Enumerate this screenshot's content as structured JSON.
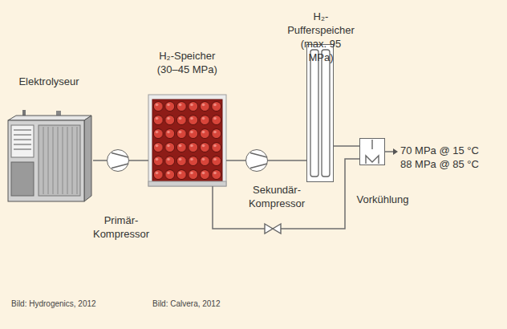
{
  "diagram": {
    "nodes": [
      {
        "text": [
          "Elektrolyseur"
        ]
      },
      {
        "text": [
          "Primär- Kompressor"
        ]
      },
      {
        "text": [
          "H₂-Speicher (30–45 MPa)"
        ]
      },
      {
        "text": [
          "Sekundär- Kompressor"
        ]
      },
      {
        "text": [
          "H₂-Pufferspeicher (max. 95 MPa)"
        ]
      },
      {
        "text": [
          "Vorkühlung"
        ]
      }
    ],
    "edges": [
      {
        "from": 0,
        "to": 1,
        "arrow": "none"
      },
      {
        "from": 1,
        "to": 2,
        "arrow": "none"
      },
      {
        "from": 2,
        "to": 3,
        "arrow": "none"
      },
      {
        "from": 3,
        "to": 4,
        "arrow": "none"
      },
      {
        "from": 4,
        "to": 5,
        "arrow": "none"
      },
      {
        "from": 2,
        "to": 5,
        "arrow": "none"
      }
    ],
    "labels": [
      "70 MPa @ 15 °C",
      "88 MPa @ 85 °C",
      "Bild: Hydrogenics, 2012",
      "Bild: Calvera, 2012"
    ]
  }
}
